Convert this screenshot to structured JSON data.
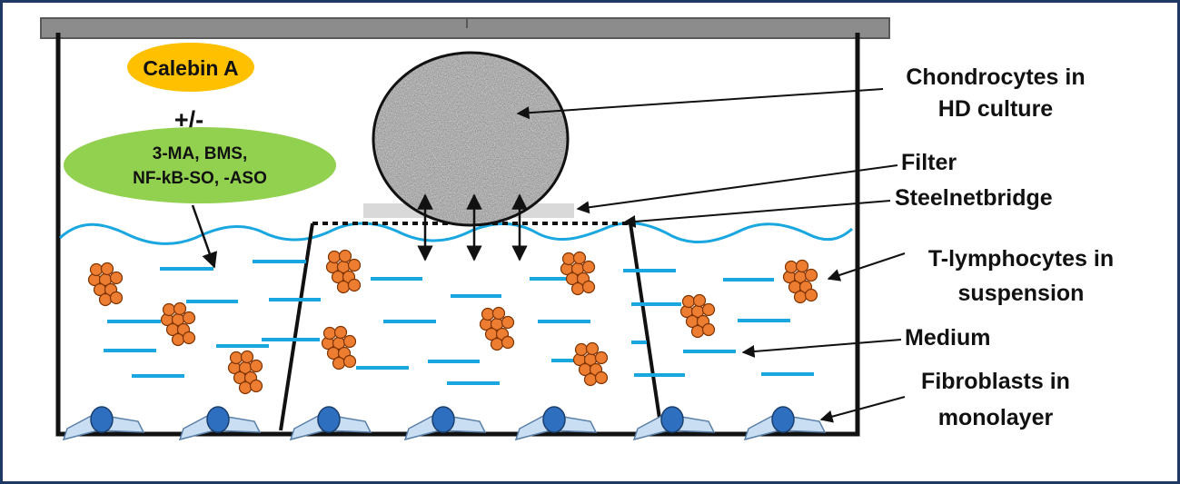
{
  "treatment": {
    "compound": "Calebin A",
    "plus_minus": "+/-",
    "inhibitors_line1": "3-MA, BMS,",
    "inhibitors_line2": "NF-kB-SO, -ASO"
  },
  "labels": {
    "chondrocytes_line1": "Chondrocytes  in",
    "chondrocytes_line2": "HD culture",
    "filter": "Filter",
    "bridge": "Steelnetbridge",
    "tlymph_line1": "T-lymphocytes  in",
    "tlymph_line2": "suspension",
    "medium": "Medium",
    "fibroblasts_line1": "Fibroblasts  in",
    "fibroblasts_line2": "monolayer"
  },
  "colors": {
    "frame_border": "#1f3864",
    "vessel_lid": "#7f7f7f",
    "medium_line": "#00b0f0",
    "lymphocyte": "#ed7d31",
    "calebin_fill": "#ffc000",
    "inhibitor_fill": "#92d050",
    "filter_fill": "#d9d9d9",
    "nucleus": "#2e75b6",
    "fibroblast_body": "#bdd7ee"
  }
}
